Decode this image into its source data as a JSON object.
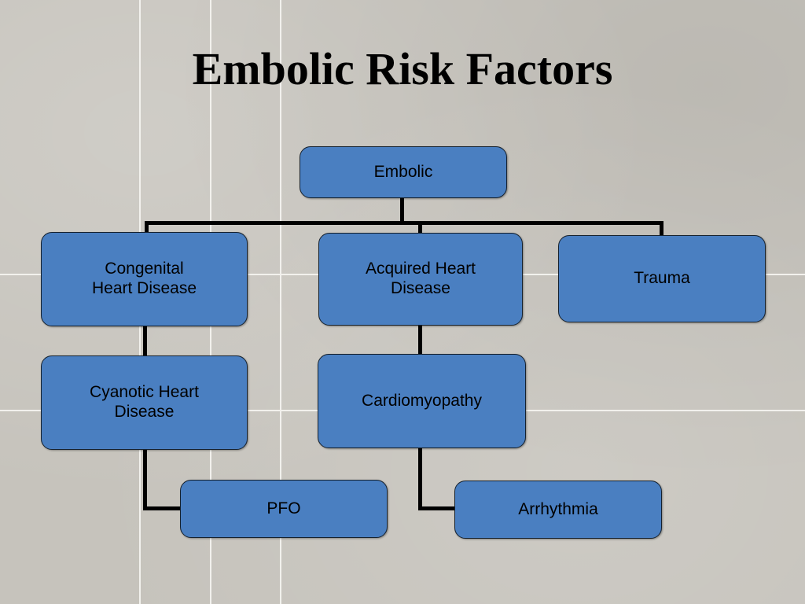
{
  "slide": {
    "title": "Embolic Risk Factors",
    "background_color": "#c6c3bc",
    "grid_color": "#f2f1ed",
    "node_fill_color": "#4a7fc1",
    "node_border_color": "#15212e",
    "connector_color": "#000000",
    "text_color": "#000000"
  },
  "diagram": {
    "type": "tree",
    "nodes": [
      {
        "id": "embolic",
        "label": "Embolic"
      },
      {
        "id": "congenital",
        "label": "Congenital\nHeart Disease"
      },
      {
        "id": "acquired",
        "label": "Acquired Heart\nDisease"
      },
      {
        "id": "trauma",
        "label": "Trauma"
      },
      {
        "id": "cyanotic",
        "label": "Cyanotic Heart\nDisease"
      },
      {
        "id": "cardiomyopathy",
        "label": "Cardiomyopathy"
      },
      {
        "id": "pfo",
        "label": "PFO"
      },
      {
        "id": "arrhythmia",
        "label": "Arrhythmia"
      }
    ],
    "edges": [
      {
        "from": "embolic",
        "to": "congenital"
      },
      {
        "from": "embolic",
        "to": "acquired"
      },
      {
        "from": "embolic",
        "to": "trauma"
      },
      {
        "from": "congenital",
        "to": "cyanotic"
      },
      {
        "from": "acquired",
        "to": "cardiomyopathy"
      },
      {
        "from": "cyanotic",
        "to": "pfo"
      },
      {
        "from": "cardiomyopathy",
        "to": "arrhythmia"
      }
    ]
  }
}
